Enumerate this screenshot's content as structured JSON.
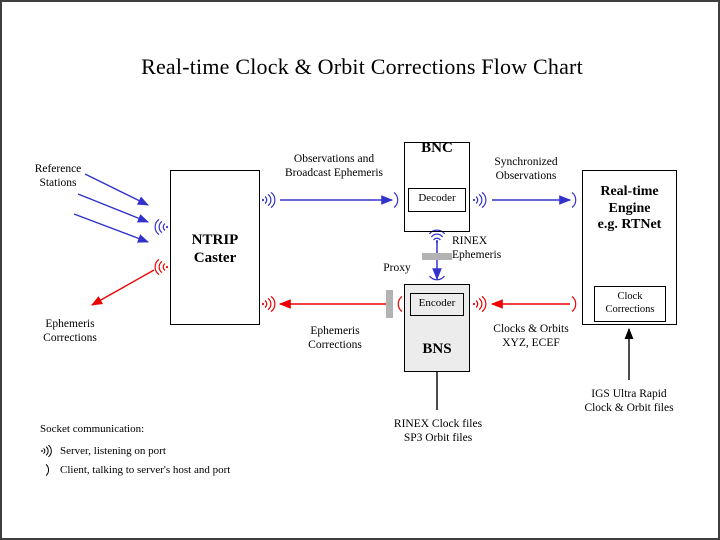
{
  "page": {
    "title": "Real-time Clock & Orbit Corrections Flow Chart",
    "frame_color": "#3f3f3f",
    "background": "#ffffff"
  },
  "colors": {
    "blue": "#3333cc",
    "red": "#ee0000",
    "black": "#000000",
    "gray_fill": "#ececec",
    "proxy_gray": "#b3b3b3"
  },
  "nodes": {
    "ntrip_caster": {
      "label_line1": "NTRIP",
      "label_line2": "Caster"
    },
    "bnc": {
      "label": "BNC",
      "inner": {
        "label": "Decoder"
      }
    },
    "bns": {
      "label": "BNS",
      "inner": {
        "label": "Encoder"
      }
    },
    "realtime_engine": {
      "label_line1": "Real-time",
      "label_line2": "Engine",
      "label_line3": "e.g. RTNet",
      "inner": {
        "label_line1": "Clock",
        "label_line2": "Corrections"
      }
    }
  },
  "labels": {
    "reference_stations": {
      "line1": "Reference",
      "line2": "Stations"
    },
    "ephemeris_corrections_left": {
      "line1": "Ephemeris",
      "line2": "Corrections"
    },
    "observations_broadcast": {
      "line1": "Observations and",
      "line2": "Broadcast Ephemeris"
    },
    "synchronized_observations": {
      "line1": "Synchronized",
      "line2": "Observations"
    },
    "rinex_ephemeris": {
      "line1": "RINEX",
      "line2": "Ephemeris"
    },
    "proxy": "Proxy",
    "ephemeris_corrections_mid": {
      "line1": "Ephemeris",
      "line2": "Corrections"
    },
    "clocks_orbits": {
      "line1": "Clocks & Orbits",
      "line2": "XYZ, ECEF"
    },
    "rinex_sp3_files": {
      "line1": "RINEX Clock files",
      "line2": "SP3 Orbit files"
    },
    "igs_files": {
      "line1": "IGS Ultra Rapid",
      "line2": "Clock & Orbit files"
    }
  },
  "legend": {
    "title": "Socket communication:",
    "server": "Server, listening on port",
    "client": "Client, talking to server's host and port",
    "server_icon": "server-socket-icon",
    "client_icon": "client-socket-icon"
  },
  "icons": {
    "server": "server-socket-icon",
    "client": "client-socket-icon",
    "proxy_bar": "proxy-bar-icon"
  }
}
